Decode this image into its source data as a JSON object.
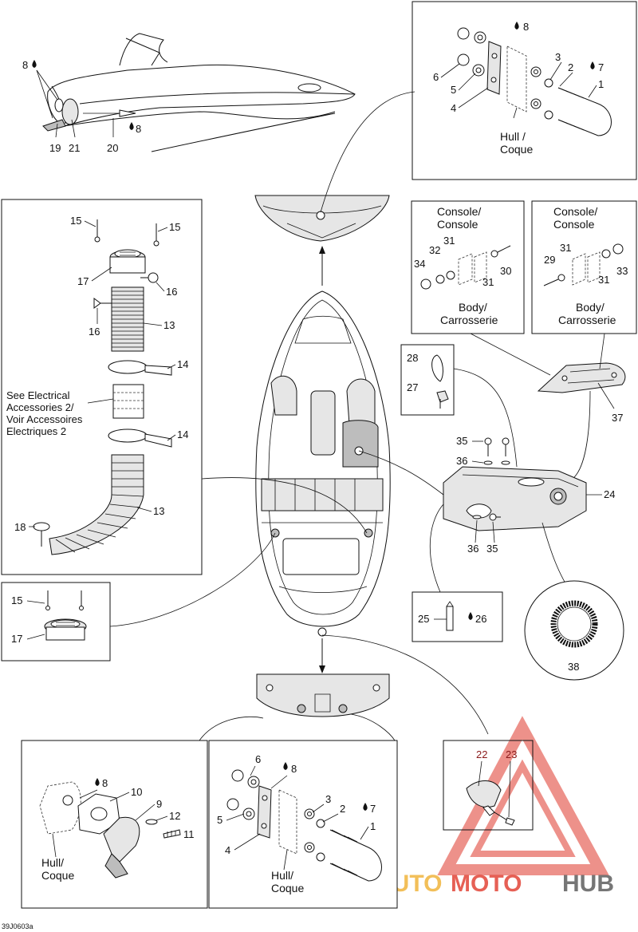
{
  "figure_code": "39J0603a",
  "watermark": {
    "word1": "AUTO",
    "word2": "MOTO",
    "word3": "HUB",
    "color": "#e0392b",
    "color_hub": "#555555",
    "gold": "#f0b030"
  },
  "callouts": {
    "c1": "1",
    "c2": "2",
    "c3": "3",
    "c4": "4",
    "c5": "5",
    "c6": "6",
    "c7": "7",
    "c8": "8",
    "c9": "9",
    "c10": "10",
    "c11": "11",
    "c12": "12",
    "c13": "13",
    "c14": "14",
    "c15": "15",
    "c16": "16",
    "c17": "17",
    "c18": "18",
    "c19": "19",
    "c20": "20",
    "c21": "21",
    "c22": "22",
    "c23": "23",
    "c24": "24",
    "c25": "25",
    "c26": "26",
    "c27": "27",
    "c28": "28",
    "c29": "29",
    "c30": "30",
    "c31": "31",
    "c32": "32",
    "c33": "33",
    "c34": "34",
    "c35": "35",
    "c36": "36",
    "c37": "37",
    "c38": "38"
  },
  "notes": {
    "hull_coque_1": "Hull /",
    "hull_coque_2": "Coque",
    "hull_coque_b1": "Hull/",
    "hull_coque_b2": "Coque",
    "console_1": "Console/",
    "console_2": "Console",
    "body_1": "Body/",
    "body_2": "Carrosserie",
    "see_electrical_1": "See Electrical",
    "see_electrical_2": "Accessories 2/",
    "see_electrical_3": "Voir Accessoires",
    "see_electrical_4": "Electriques 2"
  }
}
